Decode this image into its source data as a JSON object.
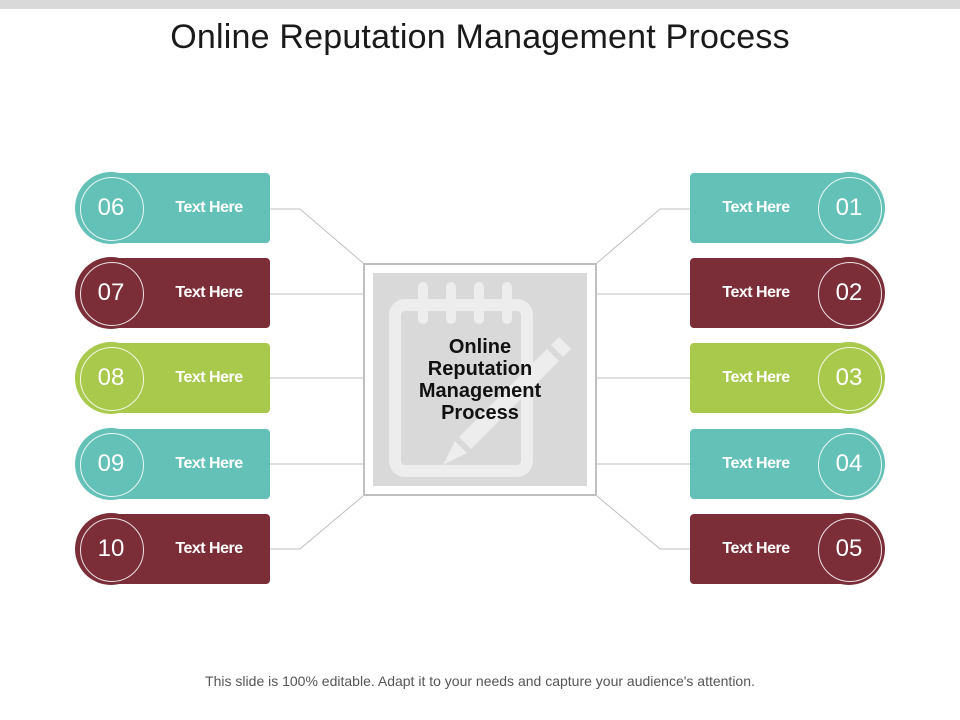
{
  "title": "Online Reputation Management Process",
  "center": {
    "text": "Online Reputation Management Process",
    "icon": "notepad-pencil-icon"
  },
  "colors": {
    "teal": "#63c1b8",
    "maroon": "#7b2e38",
    "green": "#a9c94d",
    "top_bar": "#d9d9d9",
    "center_fill": "#d9d9d9"
  },
  "steps_left": [
    {
      "num": "06",
      "label": "Text Here",
      "color": "#63c1b8",
      "circle": "#63c1b8"
    },
    {
      "num": "07",
      "label": "Text Here",
      "color": "#7b2e38",
      "circle": "#7b2e38"
    },
    {
      "num": "08",
      "label": "Text Here",
      "color": "#a9c94d",
      "circle": "#a9c94d"
    },
    {
      "num": "09",
      "label": "Text Here",
      "color": "#63c1b8",
      "circle": "#63c1b8"
    },
    {
      "num": "10",
      "label": "Text Here",
      "color": "#7b2e38",
      "circle": "#7b2e38"
    }
  ],
  "steps_right": [
    {
      "num": "01",
      "label": "Text Here",
      "color": "#63c1b8",
      "circle": "#63c1b8"
    },
    {
      "num": "02",
      "label": "Text Here",
      "color": "#7b2e38",
      "circle": "#7b2e38"
    },
    {
      "num": "03",
      "label": "Text Here",
      "color": "#a9c94d",
      "circle": "#a9c94d"
    },
    {
      "num": "04",
      "label": "Text Here",
      "color": "#63c1b8",
      "circle": "#63c1b8"
    },
    {
      "num": "05",
      "label": "Text Here",
      "color": "#7b2e38",
      "circle": "#7b2e38"
    }
  ],
  "footer": "This slide is 100% editable. Adapt it to your needs and capture your audience's attention."
}
